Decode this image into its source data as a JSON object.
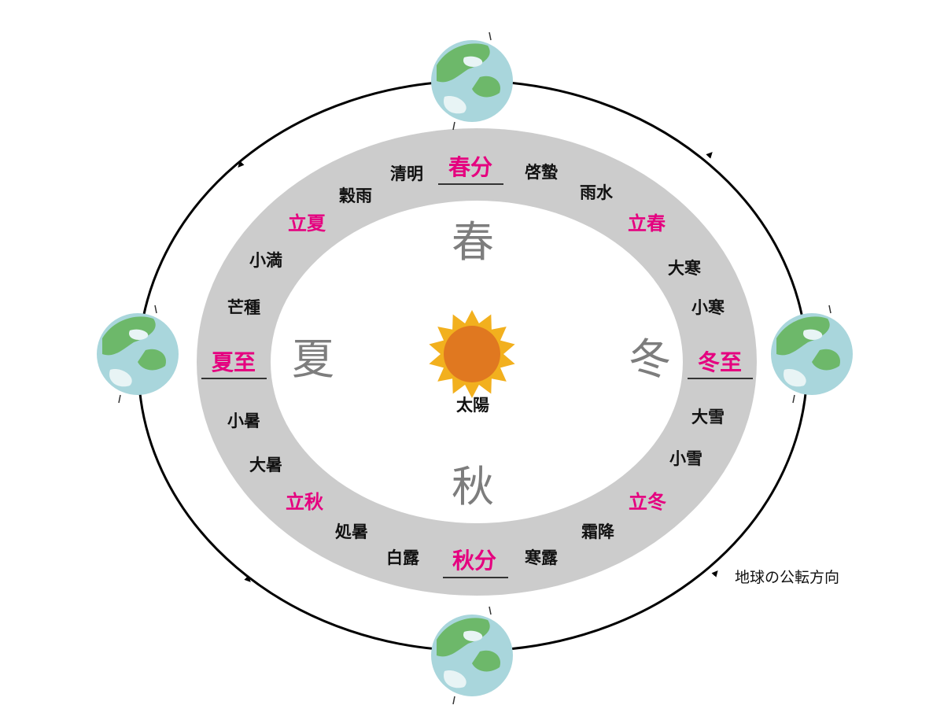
{
  "colors": {
    "ring": "#cccccc",
    "key_term": "#e5007f",
    "season": "#7d7d7d",
    "sun_core": "#e07820",
    "sun_rays": "#f2b01e",
    "earth_ocean": "#a9d6dc",
    "earth_land": "#6db86a"
  },
  "sun_label": "太陽",
  "orbit_label": "地球の公転方向",
  "orbit_direction": "counterclockwise",
  "seasons": {
    "spring": "春",
    "summer": "夏",
    "autumn": "秋",
    "winter": "冬"
  },
  "key_terms": {
    "spring_equinox": "春分",
    "summer_solstice": "夏至",
    "autumn_equinox": "秋分",
    "winter_solstice": "冬至",
    "start_spring": "立春",
    "start_summer": "立夏",
    "start_autumn": "立秋",
    "start_winter": "立冬"
  },
  "terms": [
    "清明",
    "穀雨",
    "小満",
    "芒種",
    "小暑",
    "大暑",
    "処暑",
    "白露",
    "寒露",
    "霜降",
    "小雪",
    "大雪",
    "小寒",
    "大寒",
    "雨水",
    "啓蟄"
  ]
}
